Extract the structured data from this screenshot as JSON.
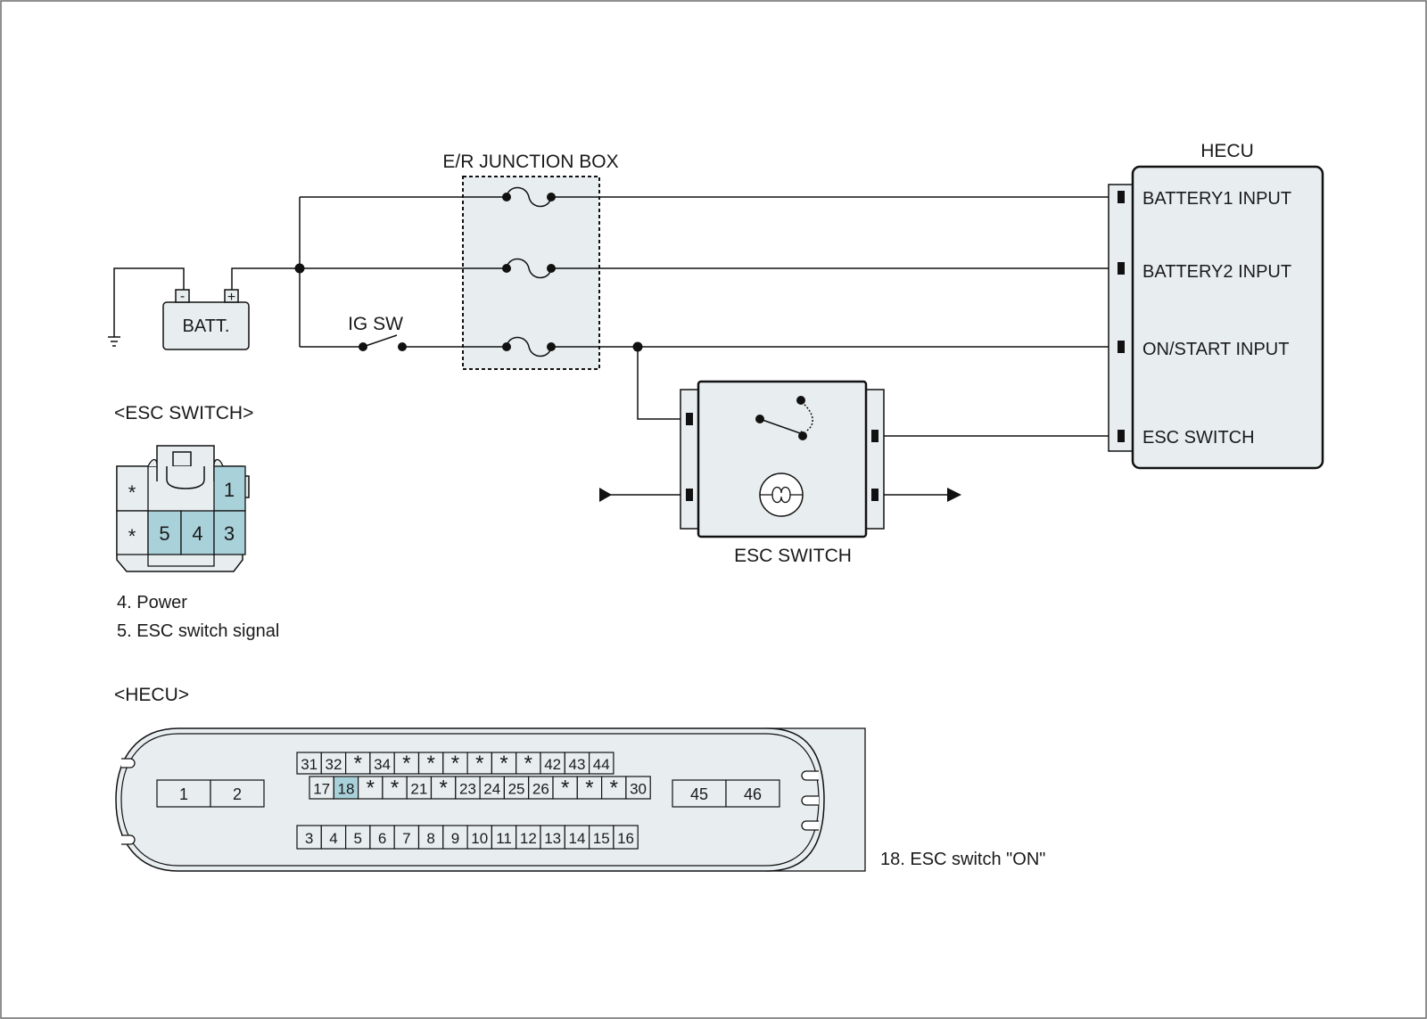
{
  "colors": {
    "line": "#111111",
    "box_fill": "#e8eef0",
    "highlight": "#a9d1da"
  },
  "junction_box": {
    "title": "E/R JUNCTION BOX"
  },
  "battery": {
    "label": "BATT.",
    "minus": "-",
    "plus": "+"
  },
  "ignition": {
    "label": "IG SW"
  },
  "hecu_module": {
    "title": "HECU",
    "inputs": [
      "BATTERY1 INPUT",
      "BATTERY2 INPUT",
      "ON/START INPUT",
      "ESC SWITCH"
    ]
  },
  "esc_switch_unit": {
    "label": "ESC SWITCH"
  },
  "esc_connector": {
    "title": "<ESC SWITCH>",
    "top_row": [
      "*",
      "1"
    ],
    "bottom_row": [
      "*",
      "5",
      "4",
      "3"
    ],
    "notes": [
      "4. Power",
      "5. ESC switch signal"
    ]
  },
  "hecu_connector": {
    "title": "<HECU>",
    "left_pins": [
      "1",
      "2"
    ],
    "right_pins": [
      "45",
      "46"
    ],
    "row1": [
      "31",
      "32",
      "*",
      "34",
      "*",
      "*",
      "*",
      "*",
      "*",
      "*",
      "42",
      "43",
      "44"
    ],
    "row2": [
      "17",
      "18",
      "*",
      "*",
      "21",
      "*",
      "23",
      "24",
      "25",
      "26",
      "*",
      "*",
      "*",
      "30"
    ],
    "row3": [
      "3",
      "4",
      "5",
      "6",
      "7",
      "8",
      "9",
      "10",
      "11",
      "12",
      "13",
      "14",
      "15",
      "16"
    ],
    "highlighted_pin": "18",
    "note": "18. ESC switch \"ON\""
  }
}
